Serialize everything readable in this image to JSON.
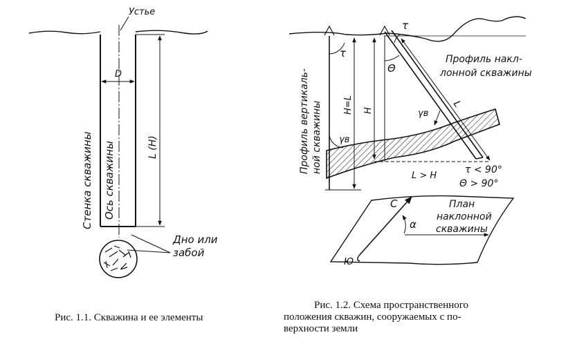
{
  "figure1": {
    "label_ustye": "Устье",
    "label_d": "D",
    "label_stenka": "Стенка скважины",
    "label_os": "Ось скважины",
    "label_lh": "L (H)",
    "label_dno_line1": "Дно или",
    "label_dno_line2": "забой",
    "caption": "Рис. 1.1. Скважина и ее элементы"
  },
  "figure2": {
    "label_tau_top": "τ",
    "label_tau_left": "τ",
    "label_theta": "Θ",
    "label_hl": "H=L",
    "label_h": "H",
    "label_l": "L",
    "label_profile_vert_line1": "Профиль вертикаль-",
    "label_profile_vert_line2": "ной скважины",
    "label_profile_incl_line1": "Профиль накл-",
    "label_profile_incl_line2": "лонной скважины",
    "label_gamma_b_left": "γв",
    "label_gamma_b_right": "γв",
    "label_l_gt_h": "L > H",
    "label_tau_cond": "τ < 90°",
    "label_theta_cond": "Θ > 90°",
    "label_c": "С",
    "label_yu": "Ю",
    "label_alpha": "α",
    "label_plan_line1": "План",
    "label_plan_line2": "наклонной",
    "label_plan_line3": "скважины",
    "caption_line1": "Рис. 1.2. Схема пространственного",
    "caption_line2": "положения скважин, сооружаемых с по-",
    "caption_line3": "верхности земли"
  }
}
